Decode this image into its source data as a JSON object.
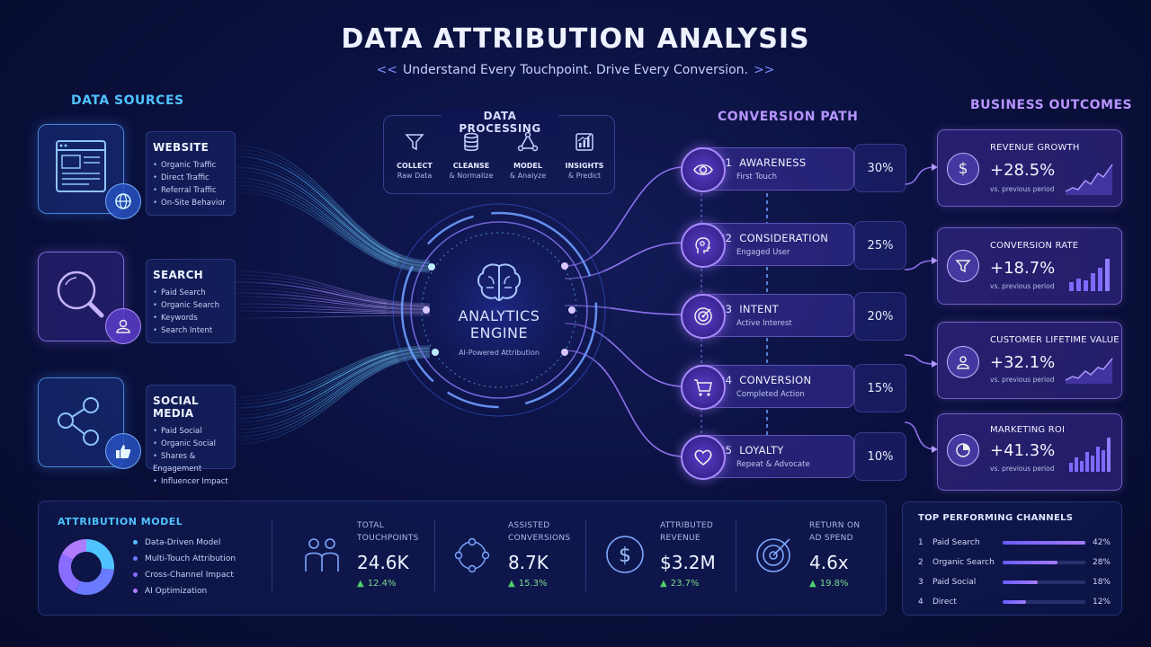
{
  "header": {
    "title": "DATA ATTRIBUTION ANALYSIS",
    "subtitle": "Understand Every Touchpoint. Drive Every Conversion.",
    "chev_left": "<<",
    "chev_right": ">>"
  },
  "sources": {
    "label": "DATA SOURCES",
    "items": [
      {
        "title": "WEBSITE",
        "bullets": [
          "Organic Traffic",
          "Direct Traffic",
          "Referral Traffic",
          "On-Site Behavior"
        ]
      },
      {
        "title": "SEARCH",
        "bullets": [
          "Paid Search",
          "Organic Search",
          "Keywords",
          "Search Intent"
        ]
      },
      {
        "title": "SOCIAL MEDIA",
        "bullets": [
          "Paid Social",
          "Organic Social",
          "Shares & Engagement",
          "Influencer Impact"
        ]
      }
    ]
  },
  "processing": {
    "label": "DATA PROCESSING",
    "steps": [
      {
        "title": "COLLECT",
        "sub": "Raw Data"
      },
      {
        "title": "CLEANSE",
        "sub": "& Normalize"
      },
      {
        "title": "MODEL",
        "sub": "& Analyze"
      },
      {
        "title": "INSIGHTS",
        "sub": "& Predict"
      }
    ]
  },
  "engine": {
    "line1": "ANALYTICS",
    "line2": "ENGINE",
    "sub": "AI-Powered Attribution"
  },
  "conversion": {
    "label": "CONVERSION PATH",
    "steps": [
      {
        "num": "01",
        "name": "AWARENESS",
        "sub": "First Touch",
        "pct": "30%"
      },
      {
        "num": "02",
        "name": "CONSIDERATION",
        "sub": "Engaged User",
        "pct": "25%"
      },
      {
        "num": "03",
        "name": "INTENT",
        "sub": "Active Interest",
        "pct": "20%"
      },
      {
        "num": "04",
        "name": "CONVERSION",
        "sub": "Completed Action",
        "pct": "15%"
      },
      {
        "num": "05",
        "name": "LOYALTY",
        "sub": "Repeat & Advocate",
        "pct": "10%"
      }
    ]
  },
  "outcomes": {
    "label": "BUSINESS OUTCOMES",
    "items": [
      {
        "title": "REVENUE GROWTH",
        "value": "+28.5%",
        "sub": "vs. previous period"
      },
      {
        "title": "CONVERSION RATE",
        "value": "+18.7%",
        "sub": "vs. previous period"
      },
      {
        "title": "CUSTOMER LIFETIME VALUE",
        "value": "+32.1%",
        "sub": "vs. previous period"
      },
      {
        "title": "MARKETING ROI",
        "value": "+41.3%",
        "sub": "vs. previous period"
      }
    ]
  },
  "attribution_model": {
    "label": "ATTRIBUTION MODEL",
    "items": [
      "Data-Driven Model",
      "Multi-Touch Attribution",
      "Cross-Channel Impact",
      "AI Optimization"
    ],
    "colors": [
      "#4fc3ff",
      "#6b7bff",
      "#8a6cff",
      "#b07cff"
    ]
  },
  "kpis": [
    {
      "label1": "TOTAL",
      "label2": "TOUCHPOINTS",
      "value": "24.6K",
      "delta": "12.4%"
    },
    {
      "label1": "ASSISTED",
      "label2": "CONVERSIONS",
      "value": "8.7K",
      "delta": "15.3%"
    },
    {
      "label1": "ATTRIBUTED",
      "label2": "REVENUE",
      "value": "$3.2M",
      "delta": "23.7%"
    },
    {
      "label1": "RETURN ON",
      "label2": "AD SPEND",
      "value": "4.6x",
      "delta": "19.8%"
    }
  ],
  "top_channels": {
    "label": "TOP PERFORMING CHANNELS",
    "rows": [
      {
        "rank": "1",
        "name": "Paid Search",
        "pct": "42%",
        "share": 0.42
      },
      {
        "rank": "2",
        "name": "Organic Search",
        "pct": "28%",
        "share": 0.28
      },
      {
        "rank": "3",
        "name": "Paid Social",
        "pct": "18%",
        "share": 0.18
      },
      {
        "rank": "4",
        "name": "Direct",
        "pct": "12%",
        "share": 0.12
      }
    ]
  }
}
